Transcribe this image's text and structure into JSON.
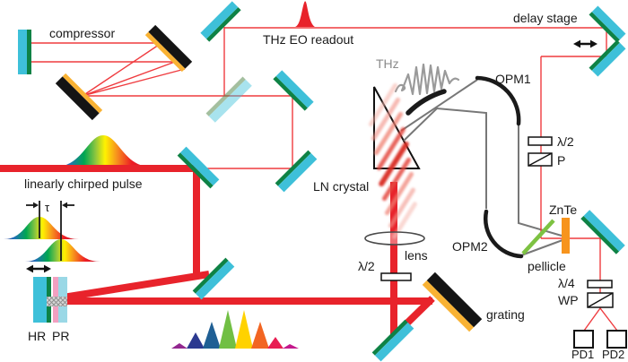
{
  "figure": {
    "type": "optical-setup-diagram",
    "description": "Tilted-pulse-front THz generation in LN crystal with electro-optic readout"
  },
  "labels": {
    "compressor": "compressor",
    "thz_eo_readout": "THz EO readout",
    "delay_stage": "delay stage",
    "thz": "THz",
    "opm1": "OPM1",
    "half_wave_probe": "λ/2",
    "polarizer": "P",
    "znte": "ZnTe",
    "opm2": "OPM2",
    "pellicle": "pellicle",
    "quarter_wave": "λ/4",
    "wollaston": "WP",
    "pd1": "PD1",
    "pd2": "PD2",
    "ln_crystal": "LN crystal",
    "lens": "lens",
    "half_wave_pump": "λ/2",
    "grating": "grating",
    "chirped_pulse": "linearly chirped pulse",
    "tau": "τ",
    "hr": "HR",
    "pr": "PR"
  },
  "colors": {
    "pump_beam_red": "#E8232B",
    "probe_line_red": "#EF3B3F",
    "mirror_cyan": "#3EC0D9",
    "mirror_edge_green": "#0E8245",
    "beamsplitter_cyan": "#9AD4E4",
    "grating_black": "#141414",
    "grating_edge_yellow": "#F9B233",
    "thz_beam_gray": "#777777",
    "opm_black": "#1a1a1a",
    "pellicle_green": "#7DC242",
    "znte_orange": "#F7941D",
    "pr_pink": "#F2A0C0",
    "thz_label_gray": "#8b8b8b"
  },
  "spectrum_peaks": [
    "purple",
    "blue",
    "dark-blue-teal",
    "green",
    "yellow",
    "orange",
    "crimson",
    "magenta"
  ]
}
